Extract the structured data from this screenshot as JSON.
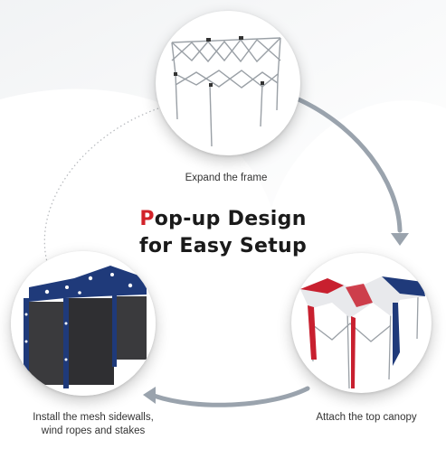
{
  "headline": {
    "line1_accent": "P",
    "line1_rest": "op-up Design",
    "line2": "for Easy Setup",
    "accent_color": "#d2232a"
  },
  "steps": [
    {
      "icon": "tent-frame-icon",
      "caption": "Expand the frame"
    },
    {
      "icon": "tent-canopy-icon",
      "caption": "Attach the top canopy"
    },
    {
      "icon": "tent-sidewalls-icon",
      "caption_line1": "Install the mesh sidewalls,",
      "caption_line2": "wind ropes and stakes"
    }
  ],
  "colors": {
    "flag_red": "#c8202f",
    "flag_blue": "#1f3a7a",
    "arrow_gray": "#9aa3ad"
  }
}
